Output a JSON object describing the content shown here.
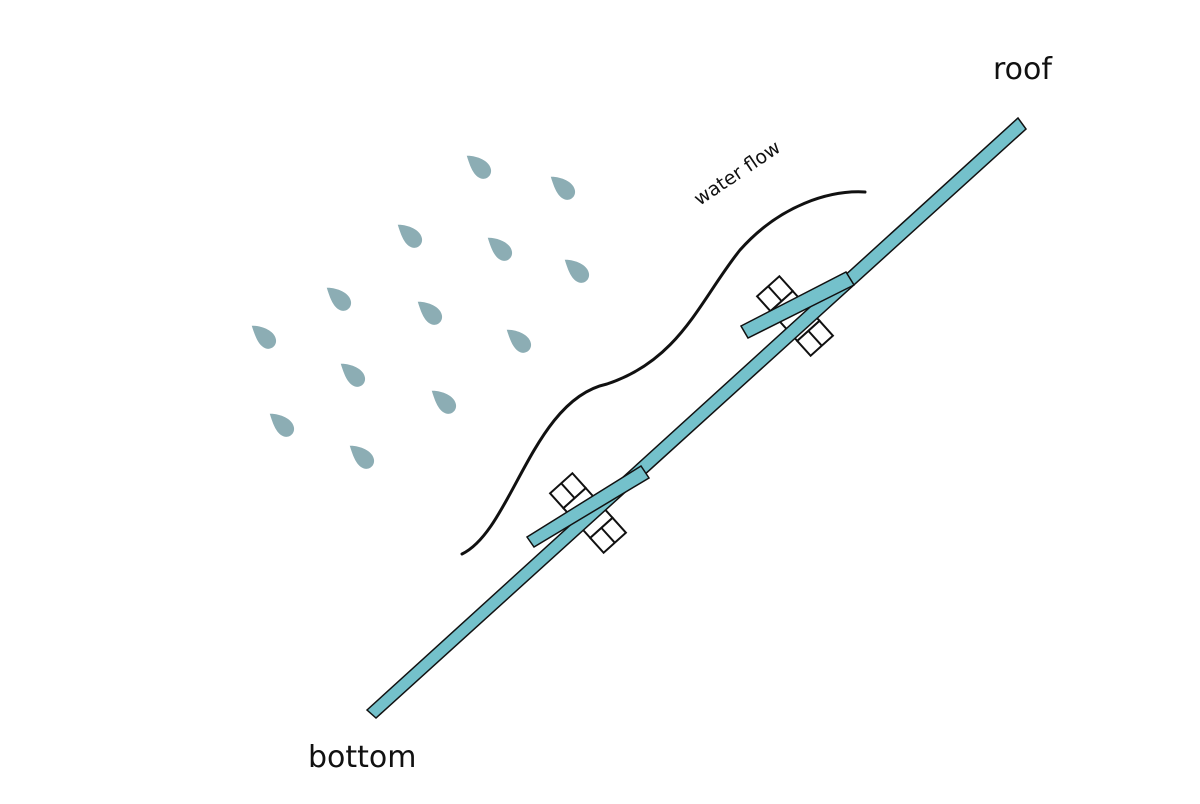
{
  "labels": {
    "roof": "roof",
    "bottom": "bottom",
    "water_flow": "water flow"
  },
  "colors": {
    "strip_fill": "#74c1cb",
    "strip_stroke": "#111111",
    "drop_fill": "#8cadb4",
    "flow_curve": "#111111",
    "bolt_stroke": "#111111"
  },
  "icons": {
    "raindrop": "raindrop-icon",
    "bolt": "bolt-icon"
  }
}
